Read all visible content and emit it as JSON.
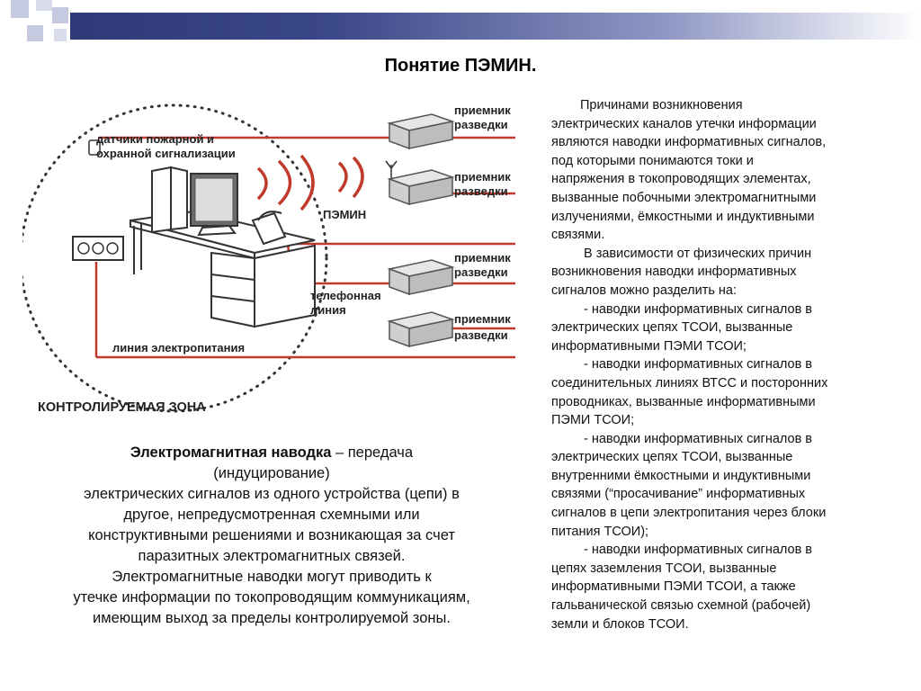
{
  "slide": {
    "title": "Понятие ПЭМИН."
  },
  "diagram": {
    "sensor_label_1": "датчики пожарной и",
    "sensor_label_2": "охранной сигнализации",
    "pemin_label": "ПЭМИН",
    "phone_label_1": "телефонная",
    "phone_label_2": "линия",
    "power_label": "линия электропитания",
    "receiver_top": "приемник",
    "receiver_bottom": "разведки",
    "zone_label": "КОНТРОЛИРУЕМАЯ ЗОНА"
  },
  "definition": {
    "term": "Электромагнитная наводка",
    "after_term": " – передача",
    "lines": [
      "(индуцирование)",
      "электрических сигналов из одного устройства (цепи) в",
      "другое, непредусмотренная схемными или",
      "конструктивными решениями и возникающая за счет",
      "паразитных электромагнитных связей.",
      "Электромагнитные наводки могут приводить к",
      "утечке информации по токопроводящим коммуникациям,",
      "имеющим выход за пределы контролируемой зоны."
    ]
  },
  "causes": {
    "lines": [
      "Причинами возникновения",
      "электрических каналов утечки информации",
      "являются наводки информативных сигналов,",
      "под которыми понимаются токи и",
      "напряжения в токопроводящих элементах,",
      "вызванные побочными электромагнитными",
      "излучениями, ёмкостными и индуктивными",
      "связями.",
      "В зависимости от физических причин",
      "возникновения наводки информативных",
      "сигналов можно разделить на:",
      "- наводки информативных сигналов в",
      "электрических цепях ТСОИ, вызванные",
      "информативными ПЭМИ ТСОИ;",
      "- наводки информативных сигналов в",
      "соединительных линиях ВТСС и посторонних",
      "проводниках, вызванные информативными",
      "ПЭМИ ТСОИ;",
      "- наводки информативных сигналов в",
      "электрических цепях ТСОИ, вызванные",
      "внутренними ёмкостными и индуктивными",
      "связями (“просачивание” информативных",
      "сигналов в цепи электропитания через блоки",
      "питания ТСОИ);",
      "- наводки информативных сигналов в",
      "цепях заземления ТСОИ, вызванные",
      "информативными ПЭМИ ТСОИ, а также",
      "гальванической связью схемной (рабочей)",
      "земли и блоков ТСОИ."
    ],
    "indent_lines": [
      0,
      8,
      11,
      14,
      18,
      24
    ]
  },
  "colors": {
    "accent_line": "#c0392b",
    "header_band": "#2e3a78"
  }
}
